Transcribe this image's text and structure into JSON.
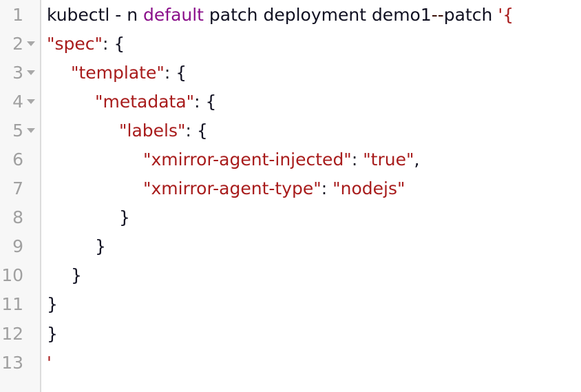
{
  "editor": {
    "language": "shell-json-patch",
    "colors": {
      "background": "#ffffff",
      "gutter_background": "#f7f7f7",
      "gutter_divider": "#dcdcdc",
      "line_number": "#a0a0a0",
      "fold_arrow": "#a8a8a8",
      "string": "#a81c1c",
      "keyword": "#8a0f8a",
      "plain": "#111122"
    },
    "fold_arrow_glyph": "▾",
    "lines": [
      {
        "number": "1",
        "foldable": true,
        "fold_visible": false,
        "indent": 0,
        "tokens": [
          {
            "text": "kubectl - n ",
            "type": "plain"
          },
          {
            "text": "default",
            "type": "kw"
          },
          {
            "text": " patch deployment demo1",
            "type": "plain"
          },
          {
            "text": "--",
            "type": "dash"
          },
          {
            "text": "patch ",
            "type": "plain"
          },
          {
            "text": "'{",
            "type": "string"
          }
        ]
      },
      {
        "number": "2",
        "foldable": true,
        "fold_visible": true,
        "indent": 0,
        "tokens": [
          {
            "text": "\"spec\"",
            "type": "string"
          },
          {
            "text": ": {",
            "type": "punct"
          }
        ]
      },
      {
        "number": "3",
        "foldable": true,
        "fold_visible": true,
        "indent": 1,
        "tokens": [
          {
            "text": "\"template\"",
            "type": "string"
          },
          {
            "text": ": {",
            "type": "punct"
          }
        ]
      },
      {
        "number": "4",
        "foldable": true,
        "fold_visible": true,
        "indent": 2,
        "tokens": [
          {
            "text": "\"metadata\"",
            "type": "string"
          },
          {
            "text": ": {",
            "type": "punct"
          }
        ]
      },
      {
        "number": "5",
        "foldable": true,
        "fold_visible": true,
        "indent": 3,
        "tokens": [
          {
            "text": "\"labels\"",
            "type": "string"
          },
          {
            "text": ": {",
            "type": "punct"
          }
        ]
      },
      {
        "number": "6",
        "foldable": false,
        "fold_visible": false,
        "indent": 4,
        "tokens": [
          {
            "text": "\"xmirror-agent-injected\"",
            "type": "string"
          },
          {
            "text": ": ",
            "type": "punct"
          },
          {
            "text": "\"true\"",
            "type": "string"
          },
          {
            "text": ",",
            "type": "punct"
          }
        ]
      },
      {
        "number": "7",
        "foldable": false,
        "fold_visible": false,
        "indent": 4,
        "tokens": [
          {
            "text": "\"xmirror-agent-type\"",
            "type": "string"
          },
          {
            "text": ": ",
            "type": "punct"
          },
          {
            "text": "\"nodejs\"",
            "type": "string"
          }
        ]
      },
      {
        "number": "8",
        "foldable": false,
        "fold_visible": false,
        "indent": 3,
        "tokens": [
          {
            "text": "}",
            "type": "punct"
          }
        ]
      },
      {
        "number": "9",
        "foldable": false,
        "fold_visible": false,
        "indent": 2,
        "tokens": [
          {
            "text": "}",
            "type": "punct"
          }
        ]
      },
      {
        "number": "10",
        "foldable": false,
        "fold_visible": false,
        "indent": 1,
        "tokens": [
          {
            "text": "}",
            "type": "punct"
          }
        ]
      },
      {
        "number": "11",
        "foldable": false,
        "fold_visible": false,
        "indent": 0,
        "tokens": [
          {
            "text": "}",
            "type": "punct"
          }
        ]
      },
      {
        "number": "12",
        "foldable": false,
        "fold_visible": false,
        "indent": 0,
        "tokens": [
          {
            "text": "}",
            "type": "punct"
          }
        ]
      },
      {
        "number": "13",
        "foldable": false,
        "fold_visible": false,
        "indent": 0,
        "tokens": [
          {
            "text": "'",
            "type": "string"
          }
        ]
      }
    ]
  }
}
